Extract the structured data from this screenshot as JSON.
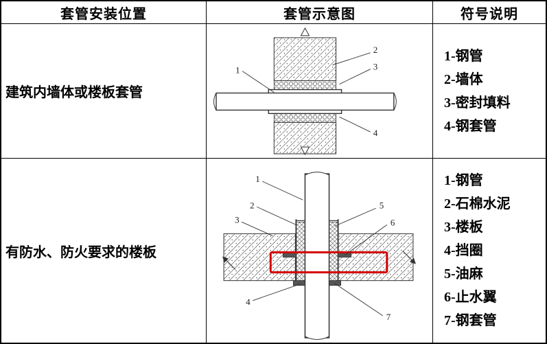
{
  "table": {
    "headers": {
      "position": "套管安装位置",
      "diagram": "套管示意图",
      "legend": "符号说明"
    },
    "rows": [
      {
        "position": "建筑内墙体或楼板套管",
        "labels": [
          "1",
          "2",
          "3",
          "4"
        ],
        "legend": [
          "1-钢管",
          "2-墙体",
          "3-密封填料",
          "4-钢套管"
        ]
      },
      {
        "position": "有防水、防火要求的楼板",
        "labels": [
          "1",
          "2",
          "3",
          "4",
          "5",
          "6",
          "7"
        ],
        "legend": [
          "1-钢管",
          "2-石棉水泥",
          "3-楼板",
          "4-挡圈",
          "5-油麻",
          "6-止水翼",
          "7-钢套管"
        ]
      }
    ],
    "highlight_color": "#d40000"
  }
}
